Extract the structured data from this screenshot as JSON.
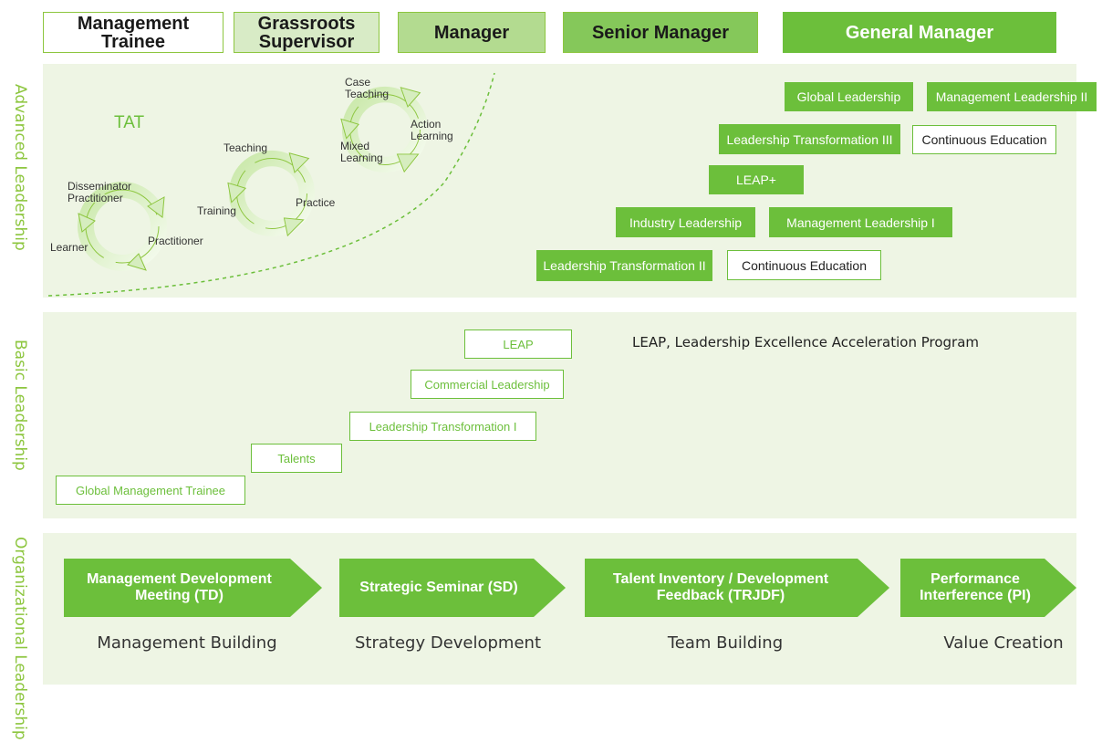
{
  "levels": [
    "Management Trainee",
    "Grassroots Supervisor",
    "Manager",
    "Senior Manager",
    "General Manager"
  ],
  "colors": {
    "accent": "#6cbf3b",
    "band": "#eef5e4",
    "side_text": "#8dc63f"
  },
  "side_labels": {
    "advanced": "Advanced Leadership",
    "basic": "Basic Leadership",
    "organizational": "Organizational Leadership"
  },
  "advanced": {
    "tat": "TAT",
    "cycle1": {
      "top": "Disseminator Practitioner",
      "right": "Practitioner",
      "left": "Learner"
    },
    "cycle2": {
      "top": "Teaching",
      "right": "Practice",
      "left": "Training"
    },
    "cycle3": {
      "top": "Case Teaching",
      "right": "Action Learning",
      "left": "Mixed Learning"
    },
    "programs": {
      "global_leadership": "Global Leadership",
      "management_leadership_2": "Management Leadership II",
      "leadership_transformation_3": "Leadership Transformation III",
      "continuous_education_1": "Continuous Education",
      "leap_plus": "LEAP+",
      "industry_leadership": "Industry Leadership",
      "management_leadership_1": "Management Leadership I",
      "leadership_transformation_2": "Leadership Transformation II",
      "continuous_education_2": "Continuous Education"
    }
  },
  "basic": {
    "leap": "LEAP",
    "leap_note": "LEAP, Leadership Excellence Acceleration Program",
    "commercial_leadership": "Commercial Leadership",
    "leadership_transformation_1": "Leadership Transformation I",
    "talents": "Talents",
    "global_management_trainee": "Global Management Trainee"
  },
  "organizational": {
    "steps": [
      {
        "title": "Management Development Meeting (TD)",
        "caption": "Management Building"
      },
      {
        "title": "Strategic Seminar (SD)",
        "caption": "Strategy Development"
      },
      {
        "title": "Talent Inventory / Development Feedback (TRJDF)",
        "caption": "Team Building"
      },
      {
        "title": "Performance Interference (PI)",
        "caption": "Value Creation"
      }
    ]
  }
}
